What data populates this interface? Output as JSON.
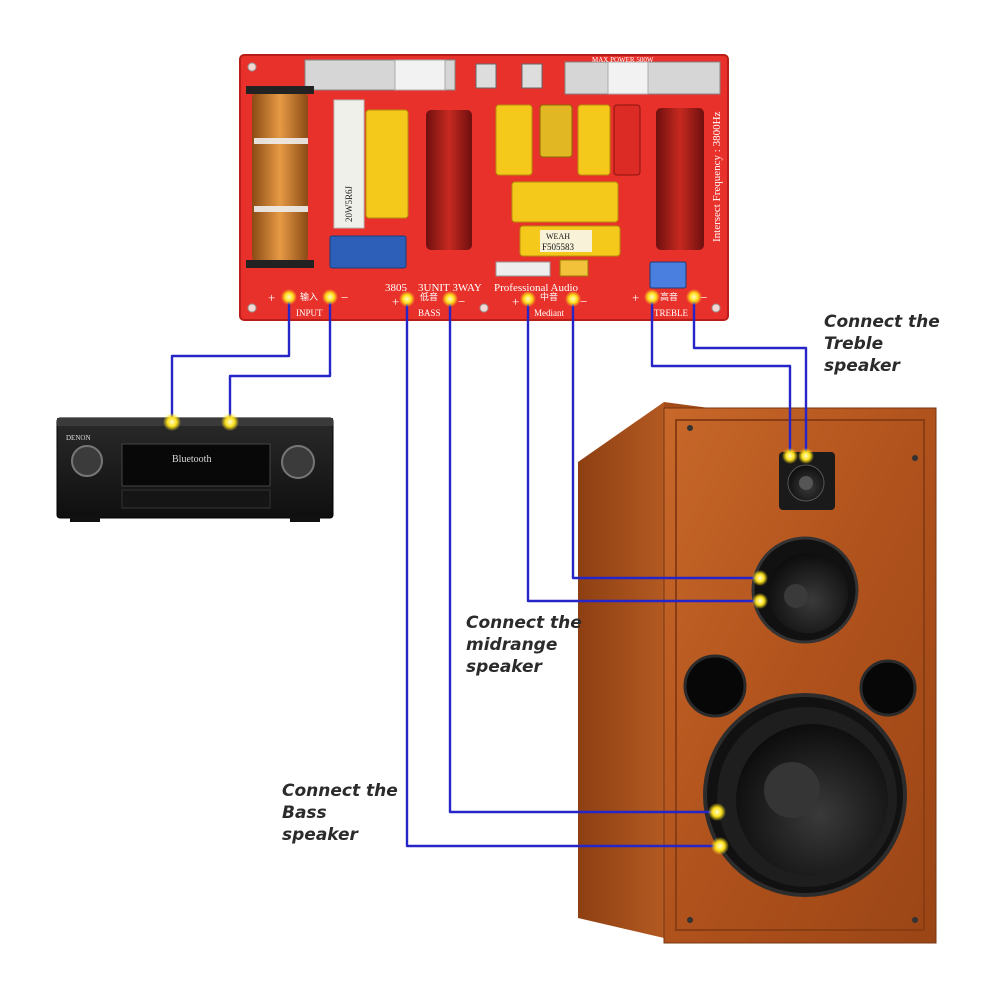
{
  "board": {
    "model": "3805",
    "name": "3UNIT 3WAY",
    "brand": "Professional Audio",
    "max_power": "MAX POWER 500W",
    "frequency": "Intersect Frequency : 3800Hz",
    "input_cn": "输入",
    "input_label": "INPUT",
    "bass_cn": "低音",
    "bass_label": "BASS",
    "mid_cn": "中音",
    "mid_label": "Mediant",
    "treble_cn": "高音",
    "treble_label": "TREBLE",
    "plus": "+",
    "minus": "−",
    "resistor_text": "20W5R6J",
    "cap_brand": "WEAH",
    "cap_code": "F505583"
  },
  "receiver": {
    "brand": "DENON",
    "display": "Bluetooth"
  },
  "callouts": {
    "treble": "Connect the\nTreble\nspeaker",
    "mid": "Connect the\nmidrange\nspeaker",
    "bass": "Connect the\nBass\nspeaker"
  },
  "colors": {
    "board": "#e8312a",
    "wire": "#2525c8",
    "terminal": "#ffe21a",
    "cabinet": "#b7561f",
    "receiver": "#1b1b1b"
  }
}
